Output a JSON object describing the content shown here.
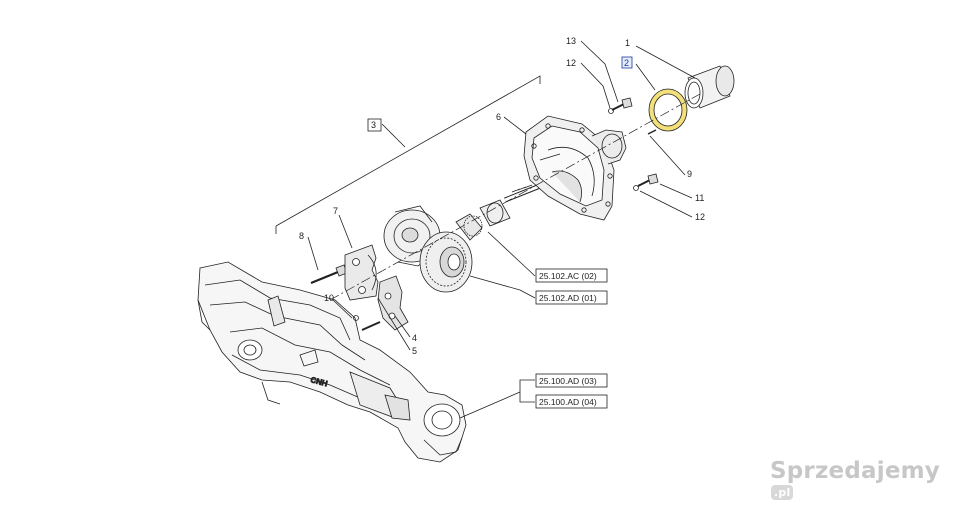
{
  "callouts": {
    "c1": "1",
    "c2": "2",
    "c3": "3",
    "c4": "4",
    "c5": "5",
    "c6": "6",
    "c7": "7",
    "c8": "8",
    "c9": "9",
    "c10": "10",
    "c11": "11",
    "c12a": "12",
    "c12b": "12",
    "c13": "13"
  },
  "references": {
    "r1": "25.102.AC (02)",
    "r2": "25.102.AD (01)",
    "r3": "25.100.AD (03)",
    "r4": "25.100.AD (04)"
  },
  "colors": {
    "highlight_part": "#f3e07a",
    "highlight_box": "#1a3aa0",
    "line": "#222222"
  },
  "watermark": {
    "text": "Sprzedajemy",
    "badge": ".pl"
  }
}
